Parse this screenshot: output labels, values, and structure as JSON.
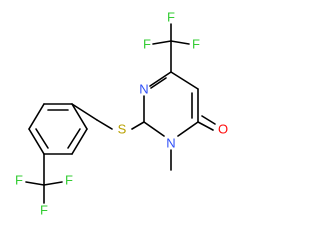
{
  "molecule": {
    "atoms": {
      "F1": {
        "symbol": "F",
        "color": "#33cc33"
      },
      "F2": {
        "symbol": "F",
        "color": "#33cc33"
      },
      "F3": {
        "symbol": "F",
        "color": "#33cc33"
      },
      "N_ring": {
        "symbol": "N",
        "color": "#3050f8"
      },
      "S": {
        "symbol": "S",
        "color": "#b8a000"
      },
      "N_methyl": {
        "symbol": "N",
        "color": "#3050f8"
      },
      "O": {
        "symbol": "O",
        "color": "#ff0d0d"
      },
      "F4": {
        "symbol": "F",
        "color": "#33cc33"
      },
      "F5": {
        "symbol": "F",
        "color": "#33cc33"
      },
      "F6": {
        "symbol": "F",
        "color": "#33cc33"
      }
    },
    "bond_color": "#000000"
  }
}
